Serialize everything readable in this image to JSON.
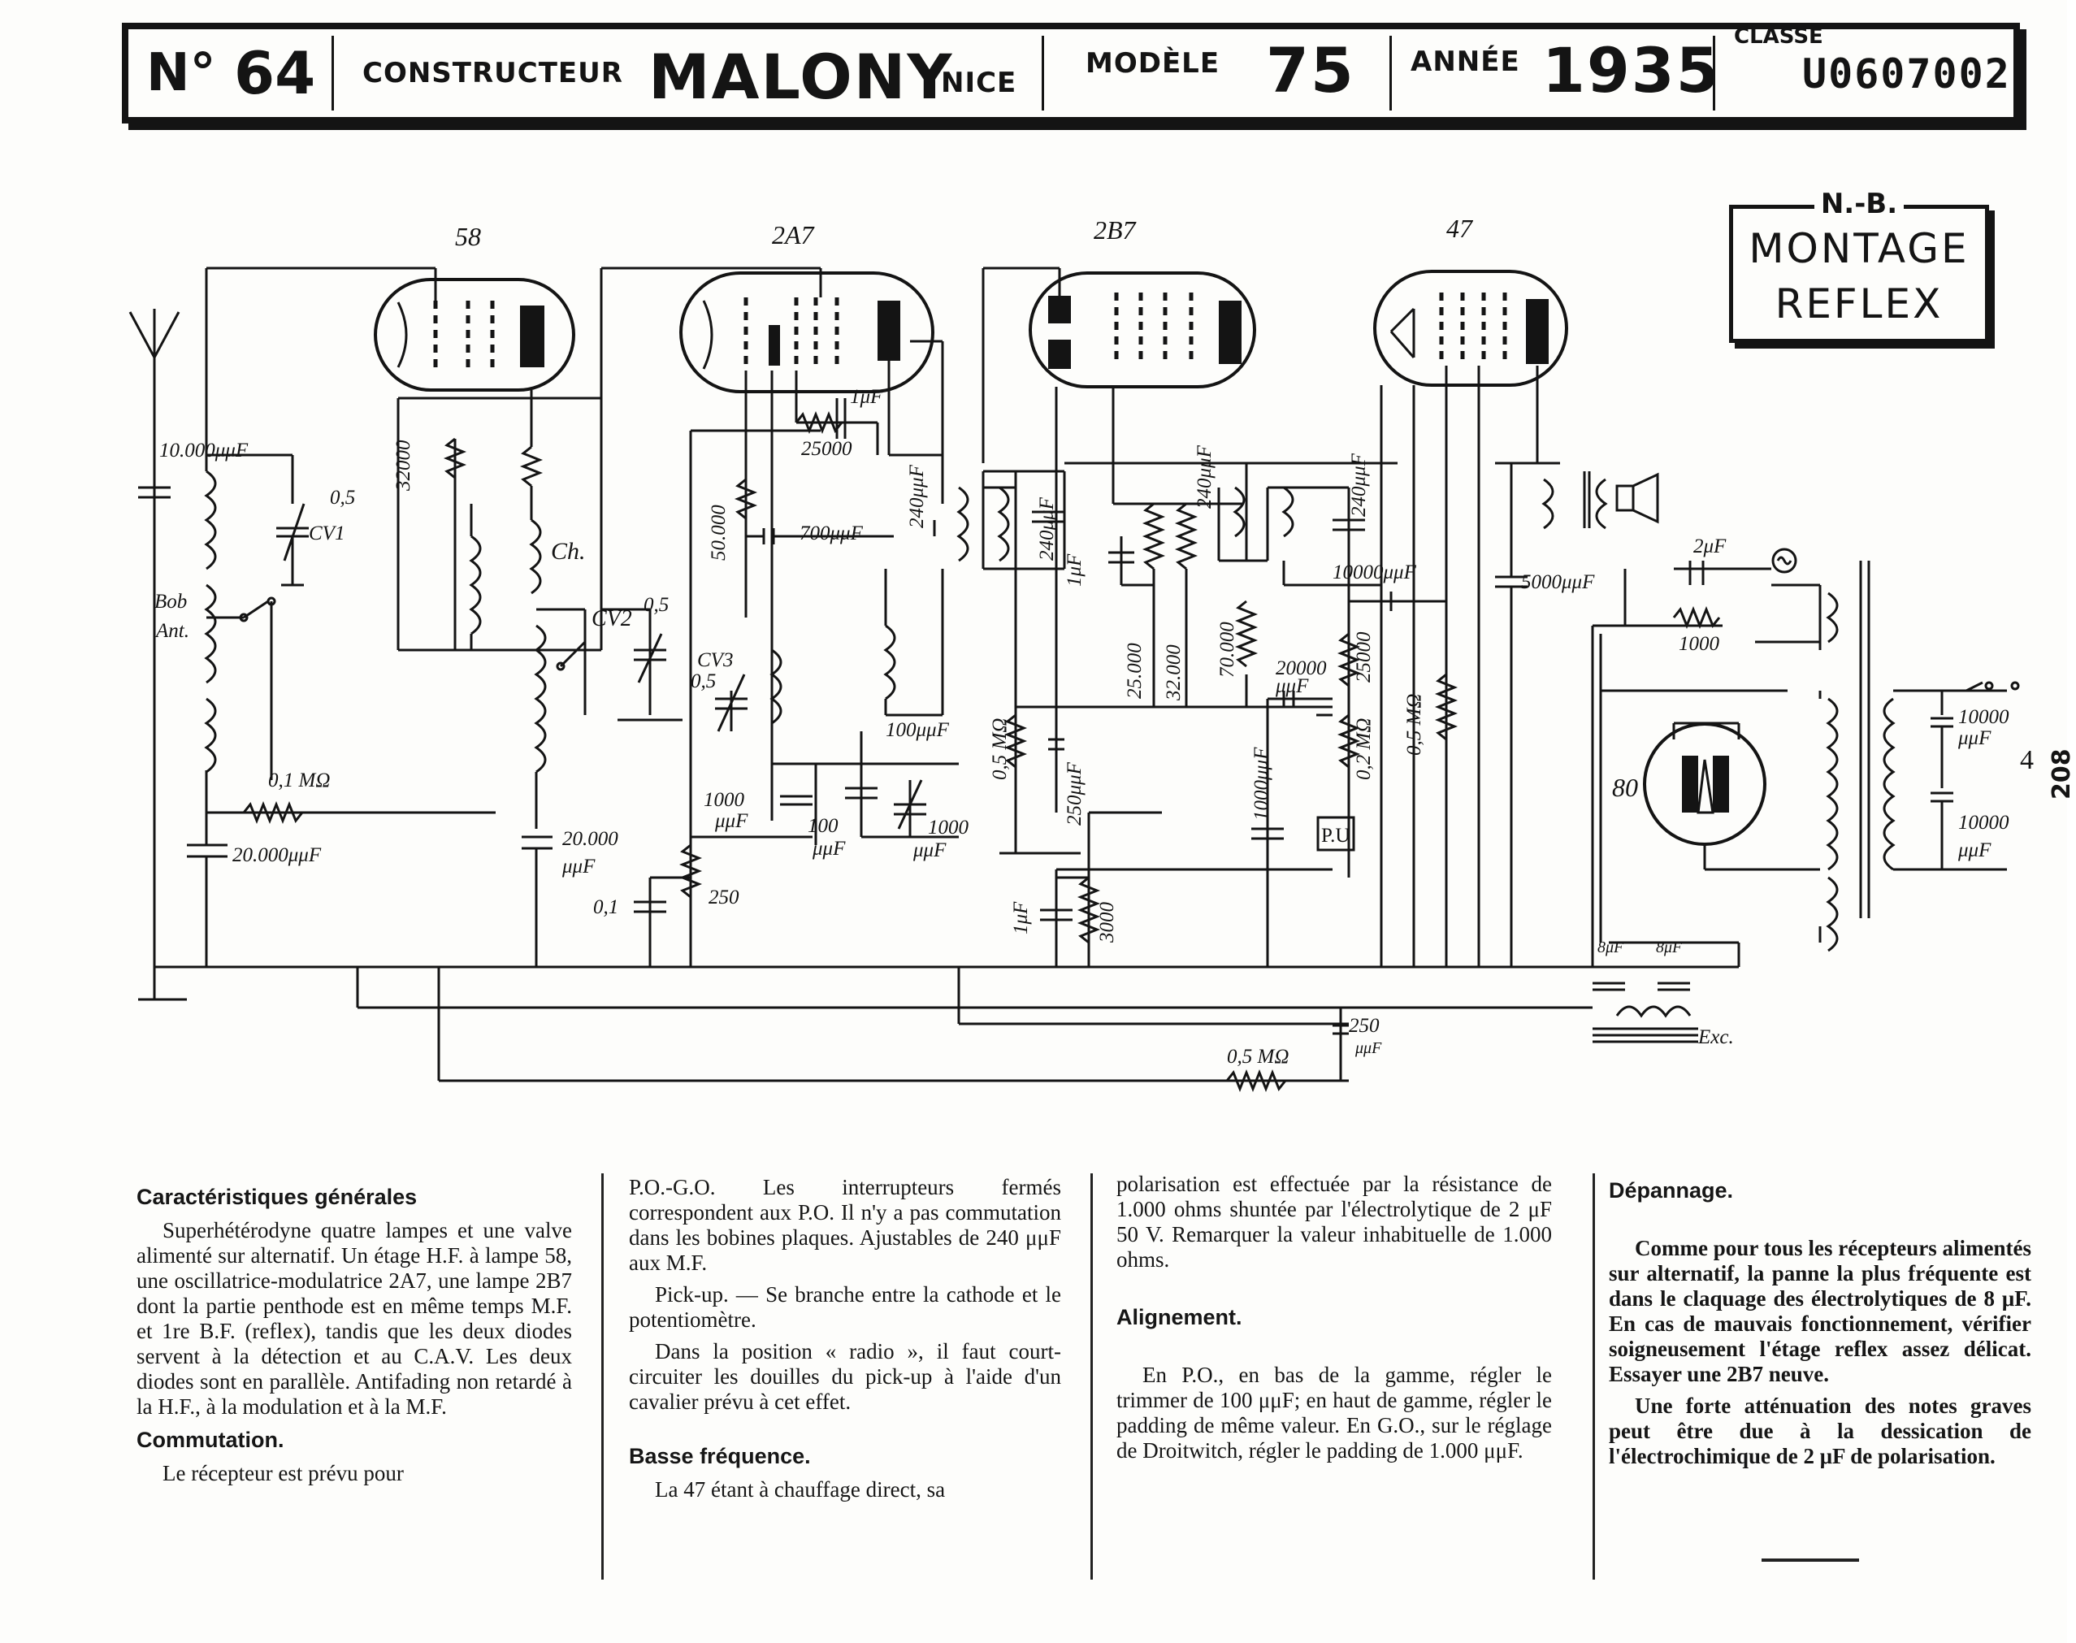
{
  "header": {
    "no_label": "N°",
    "no_value": "64",
    "constructeur_label": "CONSTRUCTEUR",
    "constructeur_value": "MALONY",
    "ville": "NICE",
    "modele_label": "MODÈLE",
    "modele_value": "75",
    "annee_label": "ANNÉE",
    "annee_value": "1935",
    "classe_label": "CLASSE",
    "classe_value": "U0607002"
  },
  "note_box": {
    "top": "N.-B.",
    "line1": "MONTAGE",
    "line2": "REFLEX"
  },
  "schematic": {
    "tubes": [
      "58",
      "2A7",
      "2B7",
      "47",
      "80"
    ],
    "labels": {
      "c_ant": "10.000μμF",
      "cv1_val": "0,5",
      "cv1": "CV1",
      "bob": "Bob",
      "ant": "Ant.",
      "r_32000": "32000",
      "ch": "Ch.",
      "cv2": "CV2",
      "cv2_val": "0,5",
      "r_01": "0,1 MΩ",
      "c_20000a": "20.000μμF",
      "c_20000b": "20.000",
      "c_20000b_unit": "μμF",
      "c_01": "0,1",
      "r_50000": "50.000",
      "c_700": "700μμF",
      "c_1uf_top": "1μF",
      "r_25000_top": "25000",
      "c_240a": "240μμF",
      "c_240b": "240μμF",
      "cv3": "CV3",
      "cv3_val": "0,5",
      "c_1000a": "1000",
      "c_1000a_unit": "μμF",
      "c_100a": "100μμF",
      "c_100b": "100",
      "c_100b_unit": "μμF",
      "c_1000b": "1000",
      "c_1000b_unit": "μμF",
      "r_250": "250",
      "c_1uf_a": "1μF",
      "r_05_a": "0,5 MΩ",
      "c_250_a": "250μμF",
      "c_1uf_b": "1μF",
      "r_3000": "3000",
      "r_25000_b": "25.000",
      "r_32000_b": "32.000",
      "c_240c": "240μμF",
      "r_70000": "70.000",
      "c_240d": "240μμF",
      "c_10000": "10000μμF",
      "c_20000c": "20000",
      "c_20000c_unit": "μμF",
      "r_25000_c": "25000",
      "r_02": "0,2 MΩ",
      "c_1000c": "1000μμF",
      "pu": "P.U",
      "r_05_b": "0,5 MΩ",
      "c_5000": "5000μμF",
      "c_2uf": "2μF",
      "r_1000": "1000",
      "c_8uf_a": "8μF",
      "c_8uf_b": "8μF",
      "exc": "Exc.",
      "r_05_c": "0,5 MΩ",
      "c_250_b": "250",
      "c_250_b_unit": "μμF",
      "c_10000_a": "10000",
      "c_10000_a_unit": "μμF",
      "c_10000_b": "10000",
      "c_10000_b_unit": "μμF",
      "v4": "4"
    }
  },
  "side_number": "208",
  "text": {
    "col1": {
      "h1": "Caractéristiques générales",
      "p1": "Superhétérodyne quatre lampes et une valve alimenté sur alternatif. Un étage H.F. à lampe 58, une oscillatrice-modulatrice 2A7, une lampe 2B7 dont la partie penthode est en même temps M.F. et 1re B.F. (reflex), tandis que les deux diodes servent à la détection et au C.A.V. Les deux diodes sont en parallèle. Antifading non retardé à la H.F., à la modulation et à la M.F.",
      "h2": "Commutation.",
      "p2": "Le récepteur est prévu pour"
    },
    "col2": {
      "p1": "P.O.-G.O. Les interrupteurs fermés correspondent aux P.O. Il n'y a pas commutation dans les bobines plaques. Ajustables de 240 μμF aux M.F.",
      "p2": "Pick-up. — Se branche entre la cathode et le potentiomètre.",
      "p3": "Dans la position « radio », il faut court-circuiter les douilles du pick-up à l'aide d'un cavalier prévu à cet effet.",
      "h1": "Basse fréquence.",
      "p4": "La 47 étant à chauffage direct, sa"
    },
    "col3": {
      "p1": "polarisation est effectuée par la résistance de 1.000 ohms shuntée par l'électrolytique de 2 μF 50 V. Remarquer la valeur inhabituelle de 1.000 ohms.",
      "h1": "Alignement.",
      "p2": "En P.O., en bas de la gamme, régler le trimmer de 100 μμF; en haut de gamme, régler le padding de même valeur. En G.O., sur le réglage de Droitwitch, régler le padding de 1.000 μμF."
    },
    "col4": {
      "h1": "Dépannage.",
      "p1": "Comme pour tous les récepteurs alimentés sur alternatif, la panne la plus fréquente est dans le claquage des électrolytiques de 8 μF. En cas de mauvais fonctionnement, vérifier soigneusement l'étage reflex assez délicat. Essayer une 2B7 neuve.",
      "p2": "Une forte atténuation des notes graves peut être due à la dessication de l'électrochimique de 2 μF de polarisation."
    }
  }
}
